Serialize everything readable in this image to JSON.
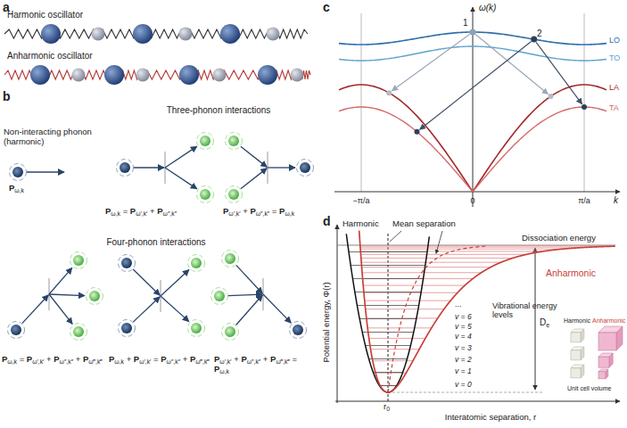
{
  "diagram": {
    "labels": [
      "a",
      "Harmonic oscillator",
      "Anharmonic oscillator",
      "b",
      "Non-interacting phonon (harmonic)",
      "Three-phonon interactions",
      "Pω,k",
      "Pω,k = Pω′,k′ + Pω″,k″",
      "Pω′,k′ + Pω″,k″ = Pω,k",
      "Four-phonon interactions",
      "Pω,k = Pω′,k′ + Pω″,k″ + Pω‴,k‴",
      "Pω,k + Pω′,k′ = Pω″,k″ + Pω‴,k‴",
      "Pω′,k′ + Pω″,k″ + Pω‴,k‴ = Pω,k",
      "c",
      "ω(k)",
      "LO",
      "TO",
      "LA",
      "TA",
      "1",
      "2",
      "k",
      "−π/a",
      "0",
      "π/a",
      "d",
      "Potential energy, Φ(r)",
      "Interatomic separation, r",
      "Harmonic",
      "Mean separation",
      "Dissociation energy",
      "Anharmonic",
      "...",
      "v = 6",
      "v = 5",
      "v = 4",
      "v = 3",
      "v = 2",
      "v = 1",
      "v = 0",
      "Vibrational energy levels",
      "De",
      "r0",
      "Harmonic",
      "Anharmonic",
      "Unit cell volume"
    ]
  }
}
